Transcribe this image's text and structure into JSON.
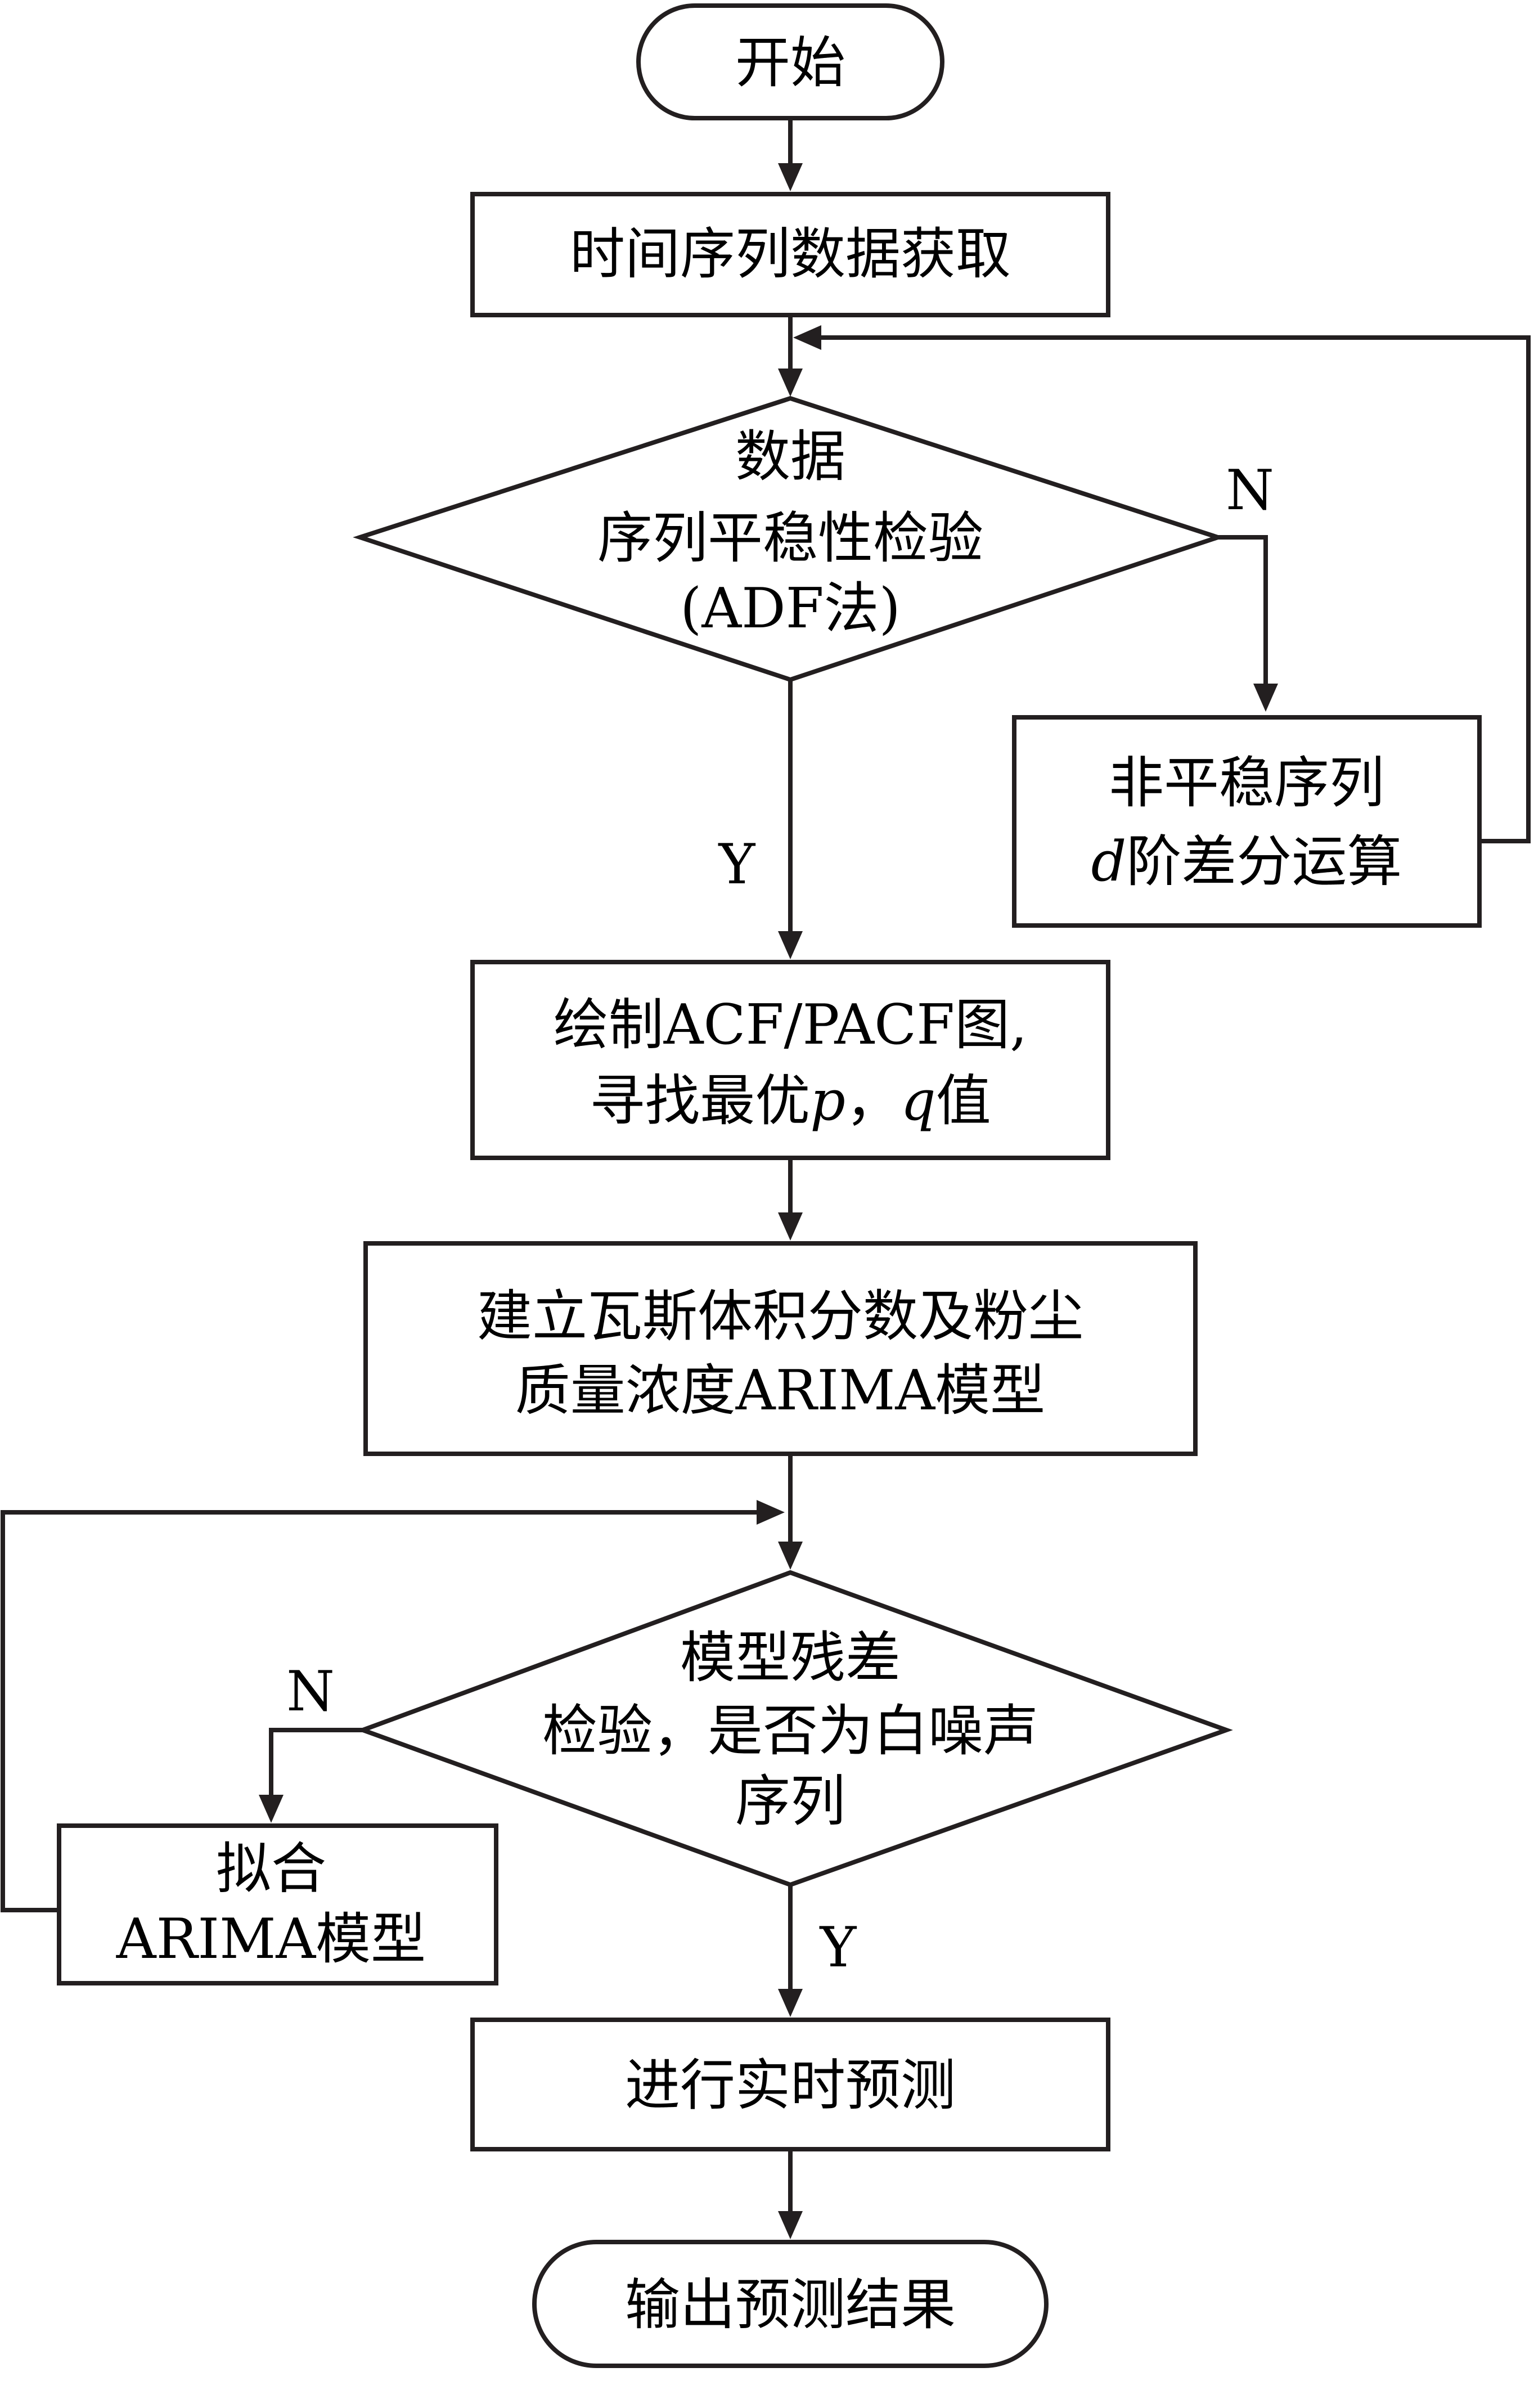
{
  "nodes": {
    "start": {
      "lines": [
        "开始"
      ]
    },
    "acquire": {
      "lines": [
        "时间序列数据获取"
      ]
    },
    "adf_check": {
      "lines": [
        "数据",
        "序列平稳性检验",
        "(ADF法)"
      ]
    },
    "diff": {
      "line1": "非平稳序列",
      "line2_var": "d",
      "line2_rest": "阶差分运算"
    },
    "acf": {
      "line1": "绘制ACF/PACF图,",
      "line2_pre": "寻找最优",
      "line2_p": "p",
      "line2_sep": "，",
      "line2_q": "q",
      "line2_post": "值"
    },
    "build": {
      "lines": [
        "建立瓦斯体积分数及粉尘",
        "质量浓度ARIMA模型"
      ]
    },
    "residual": {
      "lines": [
        "模型残差",
        "检验，是否为白噪声",
        "序列"
      ]
    },
    "fit": {
      "lines": [
        "拟合",
        "ARIMA模型"
      ]
    },
    "predict": {
      "lines": [
        "进行实时预测"
      ]
    },
    "output": {
      "lines": [
        "输出预测结果"
      ]
    }
  },
  "edge_labels": {
    "adf_no": "N",
    "adf_yes": "Y",
    "residual_no": "N",
    "residual_yes": "Y"
  }
}
